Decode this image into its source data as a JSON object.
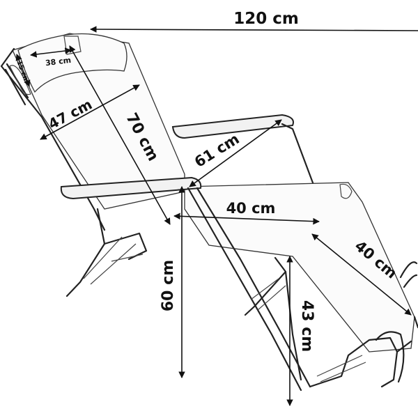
{
  "dimensions": {
    "total_length": "120 cm",
    "pillow_width": "38 cm",
    "pillow_height": "15 cm",
    "backrest_width": "47 cm",
    "backrest_length": "70 cm",
    "armrest_height_diag": "61 cm",
    "seat_width": "40 cm",
    "leg_section_length": "40 cm",
    "seat_height": "60 cm",
    "leg_height": "43 cm"
  }
}
